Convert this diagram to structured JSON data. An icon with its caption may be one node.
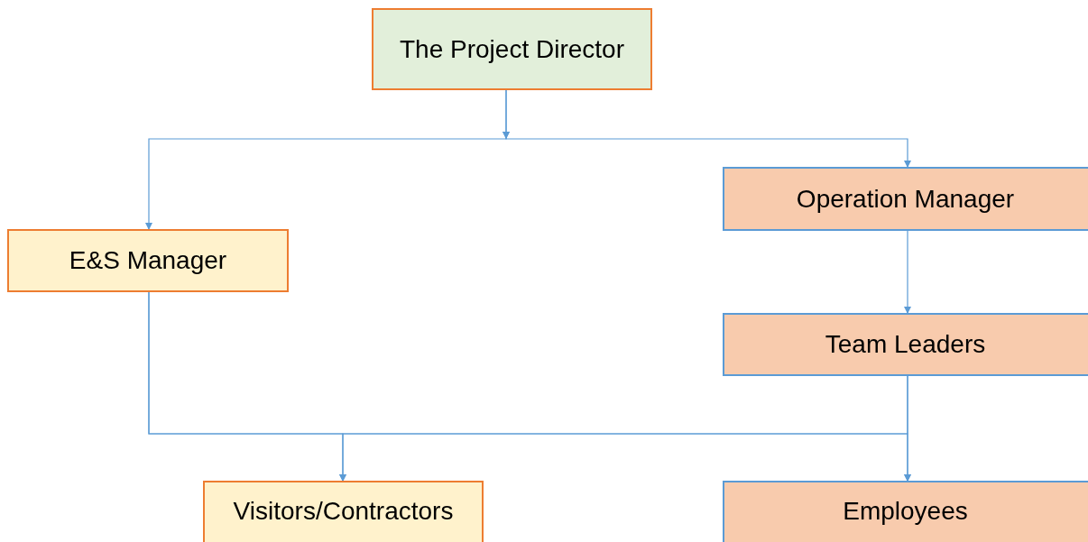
{
  "diagram": {
    "nodes": [
      {
        "text": [
          "The Project Director"
        ]
      },
      {
        "text": [
          "Operation Manager"
        ]
      },
      {
        "text": [
          "E&S Manager"
        ]
      },
      {
        "text": [
          "Team Leaders"
        ]
      },
      {
        "text": [
          "Visitors/Contractors"
        ]
      },
      {
        "text": [
          "Employees"
        ]
      }
    ],
    "edges": [
      {
        "from": 0,
        "to": 2,
        "arrow": "to"
      },
      {
        "from": 0,
        "to": 1,
        "arrow": "to"
      },
      {
        "from": 1,
        "to": 3,
        "arrow": "to"
      },
      {
        "from": 2,
        "to": 4,
        "arrow": "to"
      },
      {
        "from": 2,
        "to": 5,
        "arrow": "to"
      },
      {
        "from": 3,
        "to": 4,
        "arrow": "to"
      },
      {
        "from": 3,
        "to": 5,
        "arrow": "to"
      }
    ]
  }
}
